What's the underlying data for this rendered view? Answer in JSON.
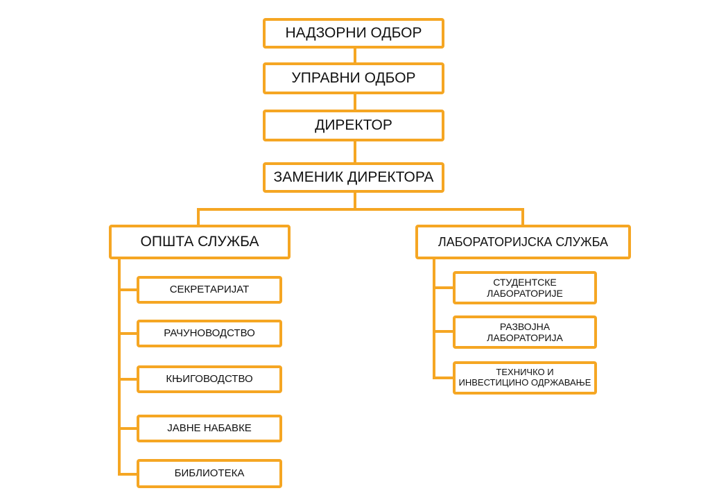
{
  "accent_color": "#f5a623",
  "top_chain": {
    "supervisory_board": "НАДЗОРНИ ОДБОР",
    "management_board": "УПРАВНИ ОДБОР",
    "director": "ДИРЕКТОР",
    "deputy_director": "ЗАМЕНИК ДИРЕКТОРА"
  },
  "general_service": {
    "label": "ОПШТА СЛУЖБА",
    "units": [
      "СЕКРЕТАРИЈАТ",
      "РАЧУНОВОДСТВО",
      "КЊИГОВОДСТВО",
      "ЈАВНЕ НАБАВКЕ",
      "БИБЛИОТЕКА"
    ]
  },
  "laboratory_service": {
    "label": "ЛАБОРАТОРИЈСКА СЛУЖБА",
    "units": [
      {
        "line1": "СТУДЕНТСКЕ",
        "line2": "ЛАБОРАТОРИЈЕ"
      },
      {
        "line1": "РАЗВОЈНА",
        "line2": "ЛАБОРАТОРИЈА"
      },
      {
        "line1": "ТЕХНИЧКО И",
        "line2": "ИНВЕСТИЦИНО ОДРЖАВАЊЕ"
      }
    ]
  }
}
